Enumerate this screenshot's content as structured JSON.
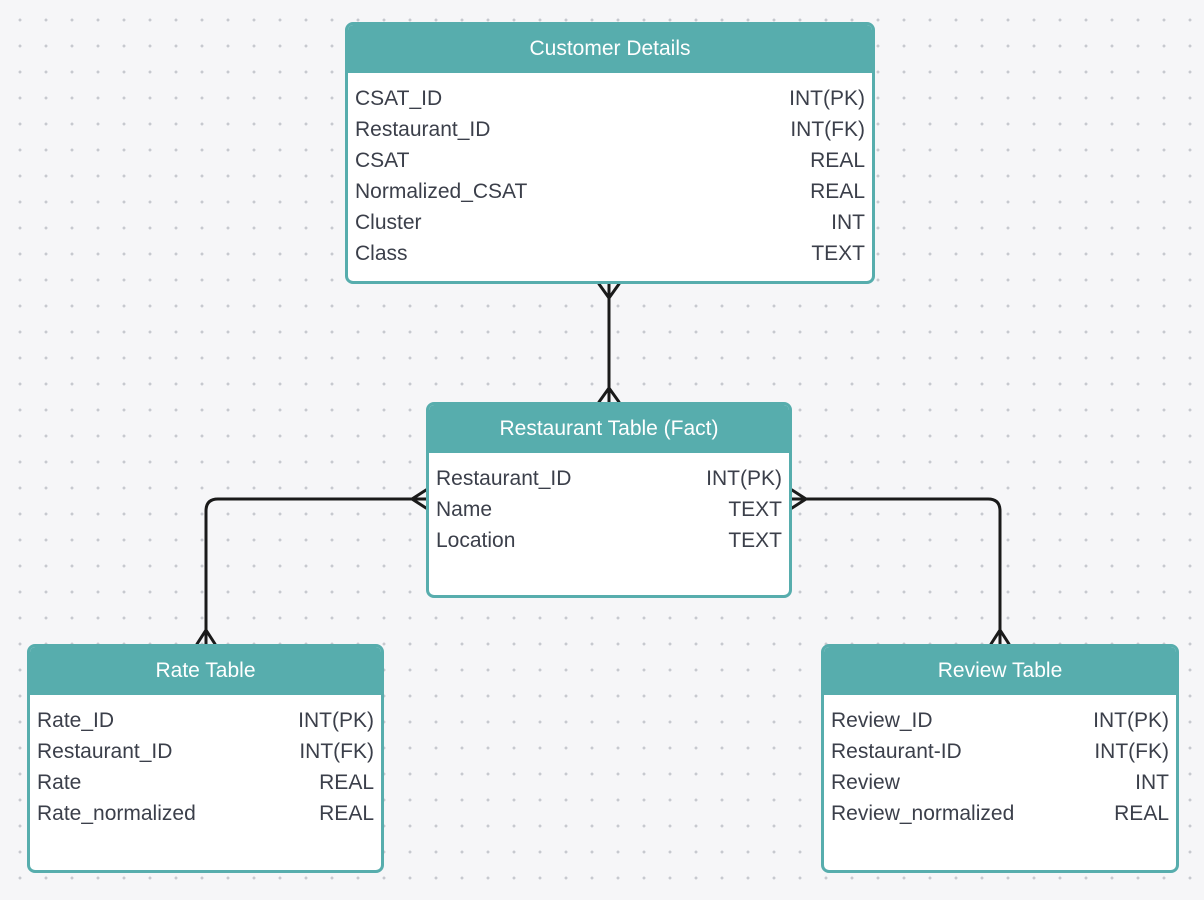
{
  "entities": {
    "customer_details": {
      "title": "Customer Details",
      "fields": [
        {
          "name": "CSAT_ID",
          "type": "INT(PK)"
        },
        {
          "name": "Restaurant_ID",
          "type": "INT(FK)"
        },
        {
          "name": "CSAT",
          "type": "REAL"
        },
        {
          "name": "Normalized_CSAT",
          "type": "REAL"
        },
        {
          "name": "Cluster",
          "type": "INT"
        },
        {
          "name": "Class",
          "type": "TEXT"
        }
      ]
    },
    "restaurant_table": {
      "title": "Restaurant Table (Fact)",
      "fields": [
        {
          "name": "Restaurant_ID",
          "type": "INT(PK)"
        },
        {
          "name": "Name",
          "type": "TEXT"
        },
        {
          "name": "Location",
          "type": "TEXT"
        }
      ]
    },
    "rate_table": {
      "title": "Rate Table",
      "fields": [
        {
          "name": "Rate_ID",
          "type": "INT(PK)"
        },
        {
          "name": "Restaurant_ID",
          "type": "INT(FK)"
        },
        {
          "name": "Rate",
          "type": "REAL"
        },
        {
          "name": "Rate_normalized",
          "type": "REAL"
        }
      ]
    },
    "review_table": {
      "title": "Review Table",
      "fields": [
        {
          "name": "Review_ID",
          "type": "INT(PK)"
        },
        {
          "name": "Restaurant-ID",
          "type": "INT(FK)"
        },
        {
          "name": "Review",
          "type": "INT"
        },
        {
          "name": "Review_normalized",
          "type": "REAL"
        }
      ]
    }
  },
  "relationships": [
    {
      "from": "customer_details",
      "to": "restaurant_table",
      "from_end": "many",
      "to_end": "many"
    },
    {
      "from": "restaurant_table",
      "to": "rate_table",
      "from_end": "many",
      "to_end": "many"
    },
    {
      "from": "restaurant_table",
      "to": "review_table",
      "from_end": "many",
      "to_end": "many"
    }
  ],
  "colors": {
    "header": "#57adad",
    "border": "#57adad",
    "header_text": "#ffffff",
    "field_text": "#3b3f4a",
    "connector": "#1a1a1a",
    "canvas": "#f6f6f8",
    "canvas_dots": "#c7c9cf"
  }
}
